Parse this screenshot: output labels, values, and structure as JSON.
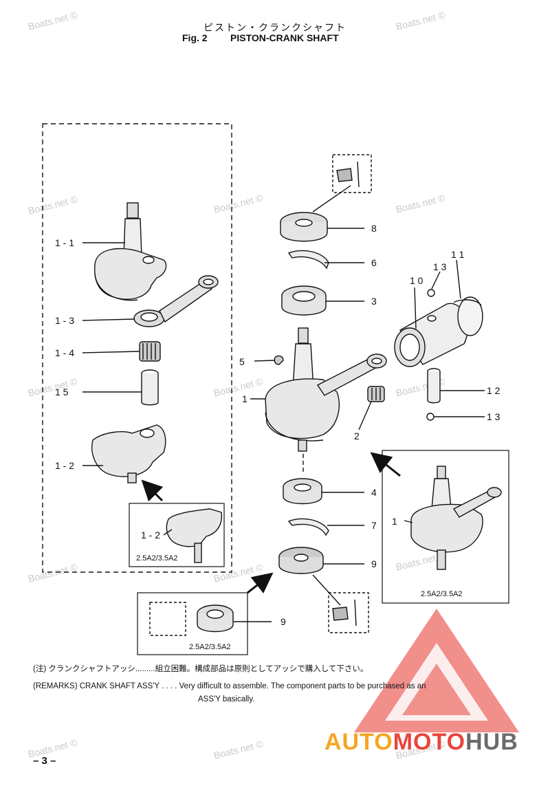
{
  "header": {
    "title_jp": "ピストン・クランクシャフト",
    "fig_label": "Fig. 2",
    "fig_title": "PISTON-CRANK SHAFT"
  },
  "watermark": {
    "text": "Boats.net ©"
  },
  "callouts": {
    "c1_1": "1 - 1",
    "c1_3": "1 - 3",
    "c1_4": "1 - 4",
    "c1_5": "1   5",
    "c1_2": "1 - 2",
    "c1": "1",
    "c2": "2",
    "c3": "3",
    "c4": "4",
    "c5": "5",
    "c6": "6",
    "c7": "7",
    "c8": "8",
    "c9": "9",
    "c10": "1 0",
    "c11": "1 1",
    "c12": "1 2",
    "c13a": "1 3",
    "c13b": "1 3"
  },
  "insets": {
    "left": {
      "part": "1 - 2",
      "model": "2.5A2/3.5A2"
    },
    "bottom": {
      "part": "9",
      "model": "2.5A2/3.5A2"
    },
    "right": {
      "part": "1",
      "model": "2.5A2/3.5A2"
    }
  },
  "notes": {
    "jp": "(注) クランクシャフトアッシ.........組立困難。構成部品は原則としてアッシで購入して下さい。",
    "en_line1": "(REMARKS) CRANK SHAFT ASS'Y . . . . Very difficult to assemble. The component parts to be purchased as an",
    "en_line2": "ASS'Y basically."
  },
  "page": {
    "number": "– 3 –"
  },
  "logo": {
    "part1": "AUTO",
    "part2": "MOTO",
    "part3": "HUB",
    "color_orange": "#f5a623",
    "color_red": "#e8453c",
    "color_gray": "#6b6b6b"
  }
}
